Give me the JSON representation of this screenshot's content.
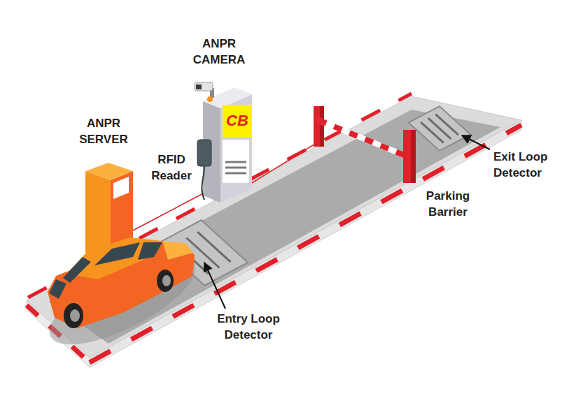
{
  "diagram": {
    "nodes": [
      {
        "text": [
          "CB"
        ]
      }
    ],
    "labels": [
      "ANPR CAMERA",
      "ANPR SERVER",
      "RFID Reader",
      "Parking Barrier",
      "Exit Loop Detector",
      "Entry Loop Detector"
    ]
  }
}
